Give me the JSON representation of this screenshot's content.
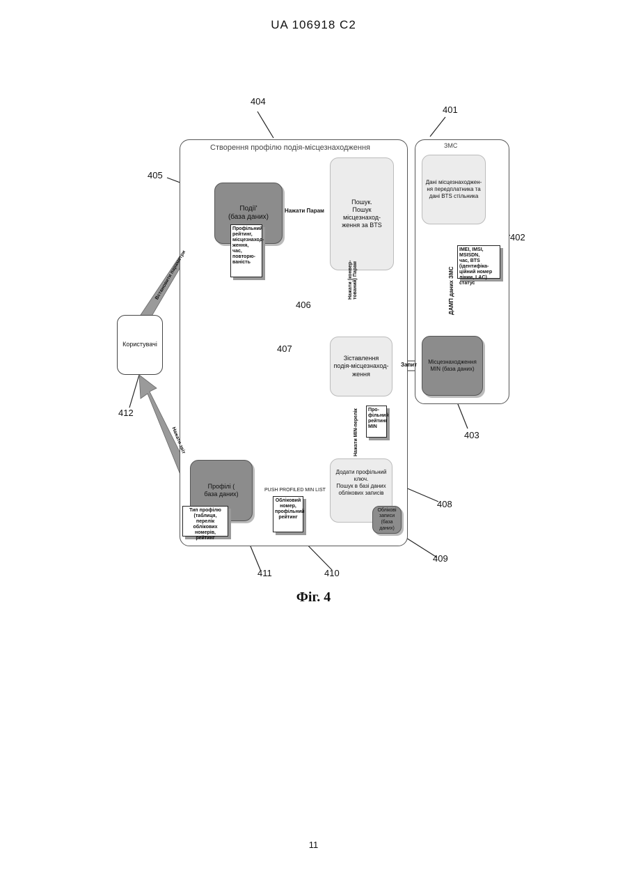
{
  "header": "UA   106918   C2",
  "page_number": "11",
  "caption": "Фіг. 4",
  "frames": {
    "main_title": "Створення профілю подія-місцезнаходження",
    "smc_title": "ЗМС"
  },
  "refs": {
    "r404": "404",
    "r401": "401",
    "r405": "405",
    "r402": "402",
    "r406": "406",
    "r407": "407",
    "r403": "403",
    "r412": "412",
    "r408": "408",
    "r409": "409",
    "r411": "411",
    "r410": "410"
  },
  "boxes": {
    "events": "Події'\n(база даних)",
    "search": "Пошук.\nПошук місцезнаход-\nження за BTS",
    "user": "Користувачі",
    "matching": "Зіставлення\nподія-місцезнаход-\nження",
    "location_db": "Місцезнаходження\nMIN (база даних)",
    "subscriber_data": "Дані місцезнаходжен-\nня передплатника та\nдані BTS стільника",
    "add_key": "Додати профільний ключ.\nПошук в базі даних\nоблікових записів",
    "accounts_db": "Облікові\nзаписи (база\nданих)",
    "profiles": "Профілі (\nбаза даних)"
  },
  "notes": {
    "events_note": "Профільний\nрейтинг,\nмісцезнаход-\nження,\nчас, повторю-\nваність",
    "smc_note": "IMEI, IMSI, MSISDN,\nчас, BTS (ідентифіка-\nційний номер\nлінии, LAC) статус",
    "min_note": "Про-\nфільний\nрейтинг\nMIN",
    "account_note": "Обліковий\nномер,\nпрофільний\nрейтинг",
    "profile_note": "Тип профілю\n(таблиця, перелік\nоблікових номерів,\nрейтинг"
  },
  "arrows": {
    "push_params": "Нажати Парам",
    "push_converted": "Нажати (конвер-\nтований) Парам",
    "request": "Запит",
    "smc_dump": "ДАМП даних ЗМС",
    "push_min_list": "Нажати MIN-перелік",
    "push_profiled": "PUSH PROFILED MIN LIST",
    "push_message": "Нажати звіт",
    "set_params": "Встановити параметри"
  }
}
